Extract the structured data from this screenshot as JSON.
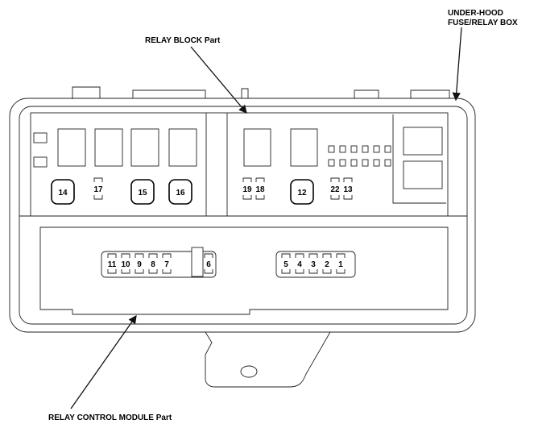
{
  "labels": {
    "under_hood_line1": "UNDER-HOOD",
    "under_hood_line2": "FUSE/RELAY BOX",
    "relay_block": "RELAY BLOCK Part",
    "relay_control_module": "RELAY CONTROL MODULE Part"
  },
  "relay_block": {
    "large_fuses": [
      "14",
      "15",
      "16",
      "12"
    ],
    "small_fuses": [
      "17",
      "19",
      "18",
      "22",
      "13"
    ]
  },
  "relay_control_module": {
    "left_connector_pins": [
      "11",
      "10",
      "9",
      "8",
      "7",
      "6"
    ],
    "right_connector_pins": [
      "5",
      "4",
      "3",
      "2",
      "1"
    ]
  }
}
